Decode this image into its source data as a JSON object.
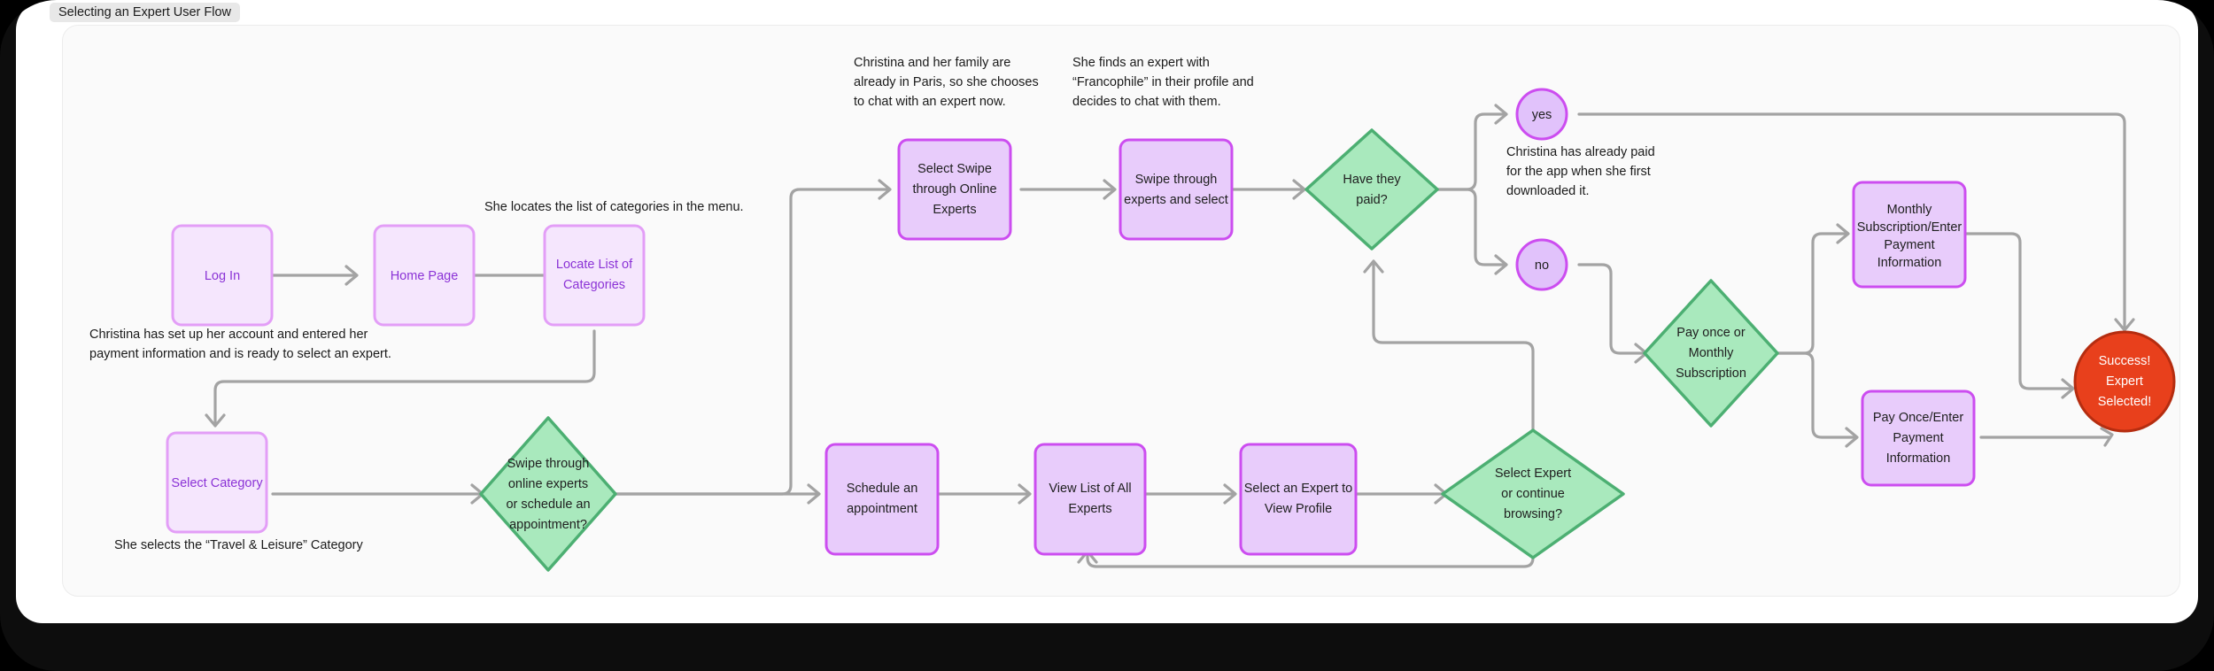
{
  "window": {
    "title": "Selecting an Expert User Flow"
  },
  "colors": {
    "board_bg": "#fafafa",
    "process_fill_light": "#f5e6fd",
    "process_stroke_light": "#e39ef7",
    "process_fill_dark": "#e8ccfb",
    "process_stroke_dark": "#cc4df0",
    "decision_fill": "#a9e9bd",
    "decision_stroke": "#4caf72",
    "terminator_fill": "#e8401c",
    "terminator_stroke": "#b52d10",
    "connector": "#a3a3a3",
    "label_purple": "#8b33d6",
    "label_dark": "#202020"
  },
  "diagram": {
    "type": "flowchart",
    "nodes": [
      {
        "id": "login",
        "shape": "process",
        "style": "light",
        "label": "Log In"
      },
      {
        "id": "home",
        "shape": "process",
        "style": "light",
        "label": "Home Page"
      },
      {
        "id": "locate",
        "shape": "process",
        "style": "light",
        "label": "Locate List of\nCategories"
      },
      {
        "id": "selectcat",
        "shape": "process",
        "style": "light",
        "label": "Select Category"
      },
      {
        "id": "swipeordiag",
        "shape": "decision",
        "style": "green",
        "label": "Swipe through\nonline experts\nor schedule an\nappointment?"
      },
      {
        "id": "selectswipe",
        "shape": "process",
        "style": "dark",
        "label": "Select Swipe\nthrough Online\nExperts"
      },
      {
        "id": "swipesel",
        "shape": "process",
        "style": "dark",
        "label": "Swipe through\nexperts and select"
      },
      {
        "id": "schedule",
        "shape": "process",
        "style": "dark",
        "label": "Schedule an\nappointment"
      },
      {
        "id": "viewlist",
        "shape": "process",
        "style": "dark",
        "label": "View List of All\nExperts"
      },
      {
        "id": "selectexpert",
        "shape": "process",
        "style": "dark",
        "label": "Select an Expert to\nView Profile"
      },
      {
        "id": "selorbrowse",
        "shape": "decision",
        "style": "green",
        "label": "Select Expert\nor continue\nbrowsing?"
      },
      {
        "id": "havepaid",
        "shape": "decision",
        "style": "green",
        "label": "Have they\npaid?"
      },
      {
        "id": "yes",
        "shape": "circle",
        "style": "purple",
        "label": "yes"
      },
      {
        "id": "no",
        "shape": "circle",
        "style": "purple",
        "label": "no"
      },
      {
        "id": "payordiag",
        "shape": "decision",
        "style": "green",
        "label": "Pay once or\nMonthly\nSubscription"
      },
      {
        "id": "monthly",
        "shape": "process",
        "style": "dark",
        "label": "Monthly\nSubscription/Enter\nPayment\nInformation"
      },
      {
        "id": "payonce",
        "shape": "process",
        "style": "dark",
        "label": "Pay Once/Enter\nPayment\nInformation"
      },
      {
        "id": "success",
        "shape": "terminator",
        "style": "red",
        "label": "Success!\nExpert\nSelected!"
      }
    ],
    "notes": [
      {
        "id": "note-login",
        "lines": [
          "Christina has set up her account and entered her",
          "payment information and is ready to select an expert."
        ]
      },
      {
        "id": "note-locate",
        "lines": [
          "She locates the list of categories in the menu."
        ]
      },
      {
        "id": "note-selectcat",
        "lines": [
          "She selects the “Travel & Leisure” Category"
        ]
      },
      {
        "id": "note-swipe",
        "lines": [
          "Christina and her family are",
          "already in Paris, so she chooses",
          "to chat with an expert now."
        ]
      },
      {
        "id": "note-franco",
        "lines": [
          "She finds an expert with",
          "“Francophile” in their profile and",
          "decides to chat with them."
        ]
      },
      {
        "id": "note-paid",
        "lines": [
          "Christina has already paid",
          "for the app when she first",
          "downloaded it."
        ]
      }
    ],
    "edges": [
      {
        "from": "login",
        "to": "home"
      },
      {
        "from": "home",
        "to": "locate"
      },
      {
        "from": "locate",
        "to": "selectcat"
      },
      {
        "from": "selectcat",
        "to": "swipeordiag"
      },
      {
        "from": "swipeordiag",
        "to": "selectswipe"
      },
      {
        "from": "swipeordiag",
        "to": "schedule"
      },
      {
        "from": "selectswipe",
        "to": "swipesel"
      },
      {
        "from": "swipesel",
        "to": "havepaid"
      },
      {
        "from": "schedule",
        "to": "viewlist"
      },
      {
        "from": "viewlist",
        "to": "selectexpert"
      },
      {
        "from": "selectexpert",
        "to": "selorbrowse"
      },
      {
        "from": "selorbrowse",
        "to": "viewlist"
      },
      {
        "from": "selorbrowse",
        "to": "havepaid"
      },
      {
        "from": "havepaid",
        "to": "yes"
      },
      {
        "from": "havepaid",
        "to": "no"
      },
      {
        "from": "yes",
        "to": "success"
      },
      {
        "from": "no",
        "to": "payordiag"
      },
      {
        "from": "payordiag",
        "to": "monthly"
      },
      {
        "from": "payordiag",
        "to": "payonce"
      },
      {
        "from": "monthly",
        "to": "success"
      },
      {
        "from": "payonce",
        "to": "success"
      }
    ]
  }
}
